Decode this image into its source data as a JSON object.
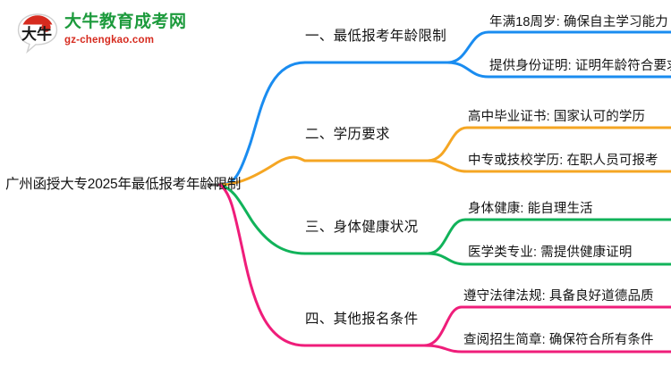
{
  "logo": {
    "mark_text": "大牛",
    "title": "大牛教育成考网",
    "subtitle": "gz-chengkao.com",
    "title_color": "#1c9a3c",
    "subtitle_color": "#d62b1f",
    "mark_accent_color": "#d62b1f"
  },
  "mindmap": {
    "root": {
      "label": "广州函授大专2025年最低报考年龄限制"
    },
    "branches": [
      {
        "label": "一、最低报考年龄限制",
        "color": "#1a8cf0",
        "leaves": [
          {
            "label": "年满18周岁: 确保自主学习能力"
          },
          {
            "label": "提供身份证明: 证明年龄符合要求"
          }
        ]
      },
      {
        "label": "二、学历要求",
        "color": "#f5a623",
        "leaves": [
          {
            "label": "高中毕业证书: 国家认可的学历"
          },
          {
            "label": "中专或技校学历: 在职人员可报考"
          }
        ]
      },
      {
        "label": "三、身体健康状况",
        "color": "#11b35a",
        "leaves": [
          {
            "label": "身体健康: 能自理生活"
          },
          {
            "label": "医学类专业: 需提供健康证明"
          }
        ]
      },
      {
        "label": "四、其他报名条件",
        "color": "#ef1d7a",
        "leaves": [
          {
            "label": "遵守法律法规: 具备良好道德品质"
          },
          {
            "label": "查阅招生简章: 确保符合所有条件"
          }
        ]
      }
    ]
  }
}
